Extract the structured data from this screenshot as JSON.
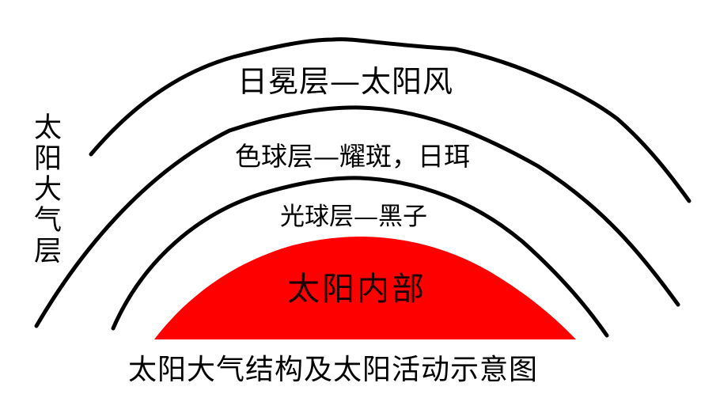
{
  "diagram": {
    "title": "太阳大气结构及太阳活动示意图",
    "side_label": "太阳大气层",
    "layers": [
      {
        "name": "日冕层",
        "activity": "太阳风",
        "label": "日冕层—太阳风"
      },
      {
        "name": "色球层",
        "activity": "耀斑，日珥",
        "label": "色球层—耀斑，日珥"
      },
      {
        "name": "光球层",
        "activity": "黑子",
        "label": "光球层—黑子"
      }
    ],
    "core": {
      "label": "太阳内部",
      "color": "#ff0000"
    },
    "line_color": "#000000",
    "background": "#ffffff"
  }
}
